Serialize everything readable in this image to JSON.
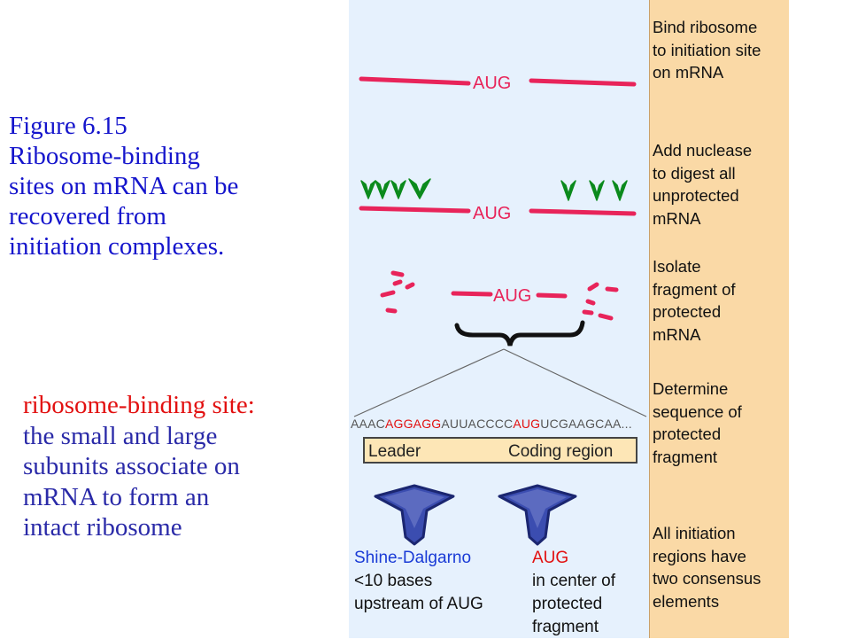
{
  "caption": {
    "lines": [
      "Figure  6.15",
      "Ribosome-binding",
      "sites on mRNA can be",
      "recovered  from",
      "initiation  complexes."
    ]
  },
  "definition": {
    "term": "ribosome-binding  site:",
    "lines": [
      "the small and large",
      "subunits associate on",
      "mRNA to form an",
      "intact ribosome"
    ]
  },
  "steps": [
    {
      "lines": [
        "Bind ribosome",
        "to initiation site",
        "on mRNA"
      ]
    },
    {
      "lines": [
        "Add nuclease",
        "to digest all",
        "unprotected",
        "mRNA"
      ]
    },
    {
      "lines": [
        "Isolate",
        "fragment of",
        "protected",
        "mRNA"
      ]
    },
    {
      "lines": [
        "Determine",
        "sequence of",
        "protected",
        "fragment"
      ]
    },
    {
      "lines": [
        "All initiation",
        "regions have",
        "two consensus",
        "elements"
      ]
    }
  ],
  "diagram": {
    "aug_label": "AUG",
    "sequence": {
      "pre": "AAAC",
      "sd": "AGGAGG",
      "mid": "AUUACCCC",
      "aug": "AUG",
      "post": "UCGAAGCAA..."
    },
    "leader_label": "Leader",
    "coding_label": "Coding region",
    "shine_dalgarno": {
      "lines": [
        "Shine-Dalgarno",
        "<10 bases",
        "upstream of AUG"
      ]
    },
    "aug_center": {
      "lines": [
        "AUG",
        "in center of",
        "protected",
        "fragment"
      ]
    }
  },
  "colors": {
    "mrna": "#e8245a",
    "arrow_green": "#0b8a1c",
    "blue_text": "#1a3bd6",
    "red_text": "#e21010",
    "panel_blue": "#e6f1fd",
    "panel_orange": "#fad9a6"
  }
}
